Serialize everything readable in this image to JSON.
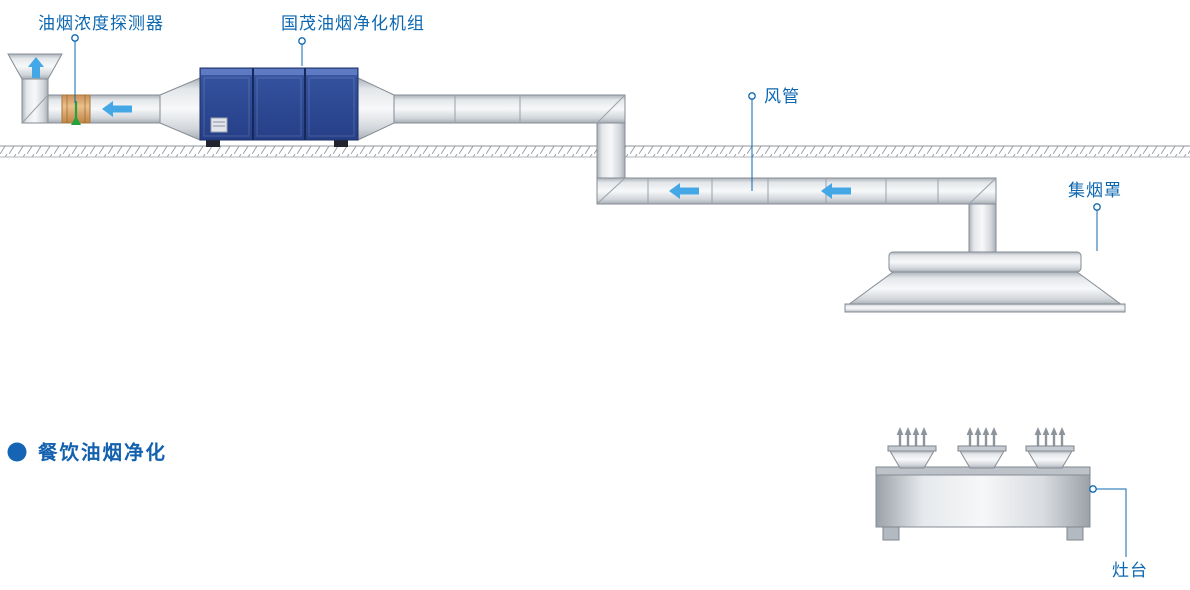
{
  "diagram": {
    "labels": {
      "detector": "油烟浓度探测器",
      "purifier_unit": "国茂油烟净化机组",
      "air_duct": "风管",
      "smoke_hood": "集烟罩",
      "stove": "灶台"
    },
    "caption": {
      "title": "餐饮油烟净化"
    },
    "colors": {
      "label_blue": "#0d68b1",
      "title_blue": "#1361ae",
      "bullet_blue": "#1565b4",
      "flow_arrow_blue": "#45a8e6",
      "unit_dark_blue": "#2c4a92",
      "detector_green": "#23a23f",
      "duct_sensor_orange": "#e0a76b"
    }
  }
}
